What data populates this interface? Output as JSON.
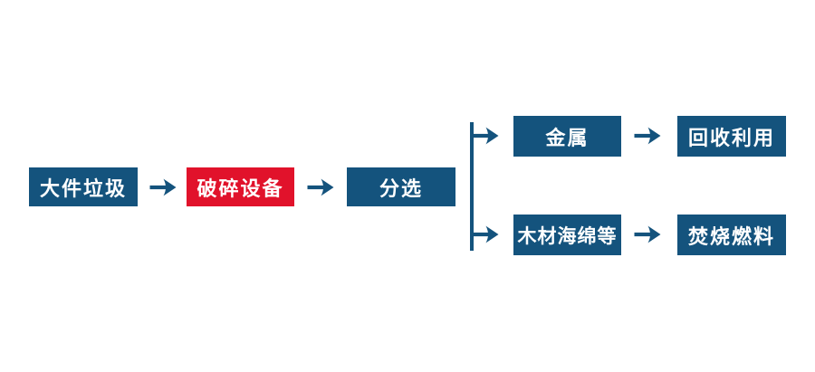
{
  "colors": {
    "node_blue": "#14537d",
    "node_red": "#e1122b",
    "arrow_blue": "#14537d",
    "text_color": "#ffffff",
    "background": "#ffffff"
  },
  "flowchart": {
    "nodes": {
      "bulky_waste": {
        "label": "大件垃圾",
        "color": "blue"
      },
      "crushing_equipment": {
        "label": "破碎设备",
        "color": "red"
      },
      "sorting": {
        "label": "分选",
        "color": "blue"
      },
      "metal": {
        "label": "金属",
        "color": "blue"
      },
      "recycling": {
        "label": "回收利用",
        "color": "blue"
      },
      "wood_sponge": {
        "label": "木材海绵等",
        "color": "blue"
      },
      "incineration_fuel": {
        "label": "焚烧燃料",
        "color": "blue"
      }
    },
    "edges": [
      {
        "from": "bulky_waste",
        "to": "crushing_equipment"
      },
      {
        "from": "crushing_equipment",
        "to": "sorting"
      },
      {
        "from": "sorting",
        "to": "metal"
      },
      {
        "from": "sorting",
        "to": "wood_sponge"
      },
      {
        "from": "metal",
        "to": "recycling"
      },
      {
        "from": "wood_sponge",
        "to": "incineration_fuel"
      }
    ]
  }
}
